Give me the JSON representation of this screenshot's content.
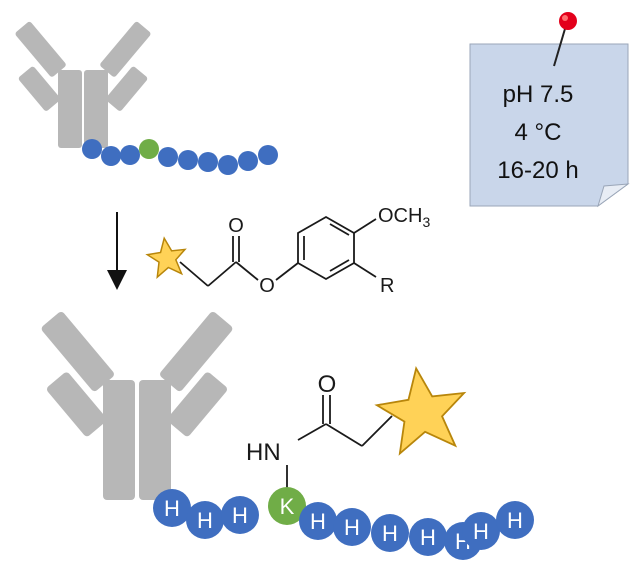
{
  "note": {
    "lines": [
      "pH 7.5",
      "4 °C",
      "16-20 h"
    ],
    "paper_color": "#c9d6ea",
    "pin_color": "#e3001b"
  },
  "reagent": {
    "carbonyl_oxygen": "O",
    "ester_oxygen": "O",
    "methoxy": "OCH",
    "methoxy_subscript": "3",
    "substituent": "R"
  },
  "product": {
    "carbonyl_oxygen": "O",
    "amide_nh": "HN"
  },
  "chain": {
    "labels": [
      "H",
      "H",
      "H",
      "K",
      "H",
      "H",
      "H",
      "H",
      "H",
      "H",
      "H"
    ]
  },
  "colors": {
    "antibody": "#b7b7b7",
    "bead_blue": "#3f6ec0",
    "bead_green": "#70ad47",
    "star_fill": "#ffd257",
    "star_stroke": "#b8860b"
  },
  "icons": {
    "antibody": "antibody-icon",
    "star": "star-icon",
    "arrow": "down-arrow-icon",
    "pin": "push-pin-icon"
  }
}
